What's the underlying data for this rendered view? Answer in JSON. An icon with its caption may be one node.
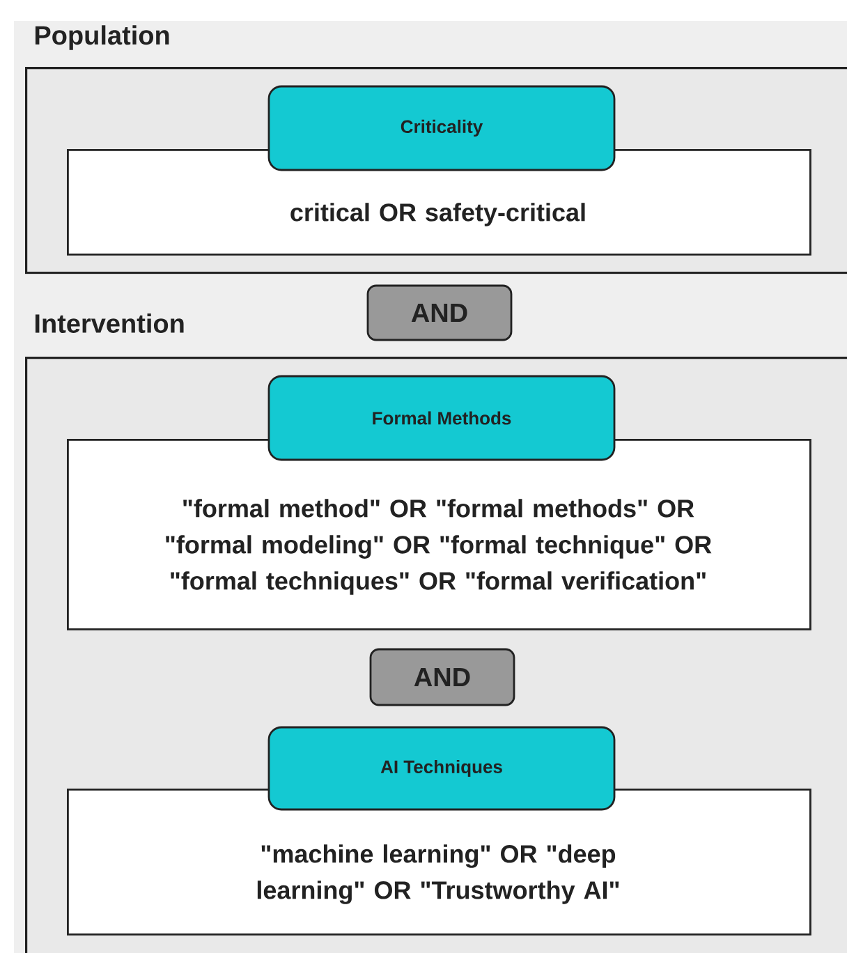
{
  "diagram": {
    "nodes": [
      {
        "text": [
          "Population"
        ]
      },
      {
        "text": [
          "Criticality",
          "critical OR safety-critical"
        ],
        "in": 0
      },
      {
        "text": [
          "AND"
        ]
      },
      {
        "text": [
          "Intervention"
        ]
      },
      {
        "text": [
          "Formal Methods",
          "\"formal method\" OR \"formal methods\" OR \"formal modeling\" OR \"formal technique\" OR \"formal techniques\" OR \"formal verification\""
        ],
        "in": 3
      },
      {
        "text": [
          "AND"
        ],
        "in": 3
      },
      {
        "text": [
          "AI Techniques",
          "\"machine learning\" OR \"deep learning\" OR \"Trustworthy AI\""
        ],
        "in": 3
      }
    ]
  }
}
